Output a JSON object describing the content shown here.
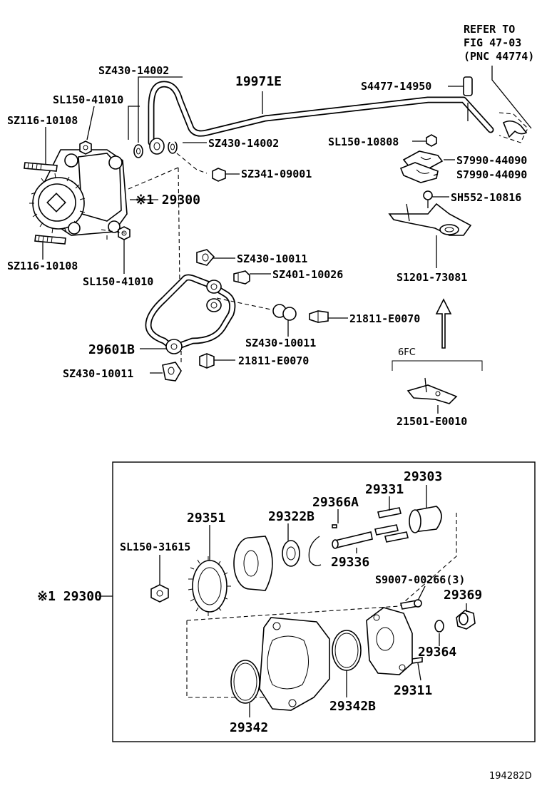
{
  "labels": {
    "refer_line1": "REFER TO",
    "refer_line2": "FIG 47-03",
    "refer_line3": "(PNC 44774)",
    "sz430_14002_top": "SZ430-14002",
    "sl150_41010_top": "SL150-41010",
    "sz116_10108_top": "SZ116-10108",
    "p19971e": "19971E",
    "s4477_14950": "S4477-14950",
    "sz430_14002_mid": "SZ430-14002",
    "sl150_10808": "SL150-10808",
    "s7990_44090_a": "S7990-44090",
    "s7990_44090_b": "S7990-44090",
    "sz341_09001": "SZ341-09001",
    "p29300_top": "※1 29300",
    "sh552_10816": "SH552-10816",
    "sz116_10108_bot": "SZ116-10108",
    "sz430_10011_a": "SZ430-10011",
    "sz401_10026": "SZ401-10026",
    "sl150_41010_bot": "SL150-41010",
    "s1201_73081": "S1201-73081",
    "sz430_10011_b": "SZ430-10011",
    "p21811_e0070_a": "21811-E0070",
    "p29601b": "29601B",
    "p21811_e0070_b": "21811-E0070",
    "sz430_10011_c": "SZ430-10011",
    "note_6fc": "6FC",
    "p21501_e0010": "21501-E0010",
    "p29303": "29303",
    "p29331": "29331",
    "p29366a": "29366A",
    "p29351": "29351",
    "p29322b": "29322B",
    "sl150_31615": "SL150-31615",
    "p29336": "29336",
    "s9007_00266": "S9007-00266(3)",
    "p29300_box": "※1 29300",
    "p29369": "29369",
    "p29364": "29364",
    "p29311": "29311",
    "p29342b": "29342B",
    "p29342": "29342",
    "figure_id": "194282D"
  }
}
